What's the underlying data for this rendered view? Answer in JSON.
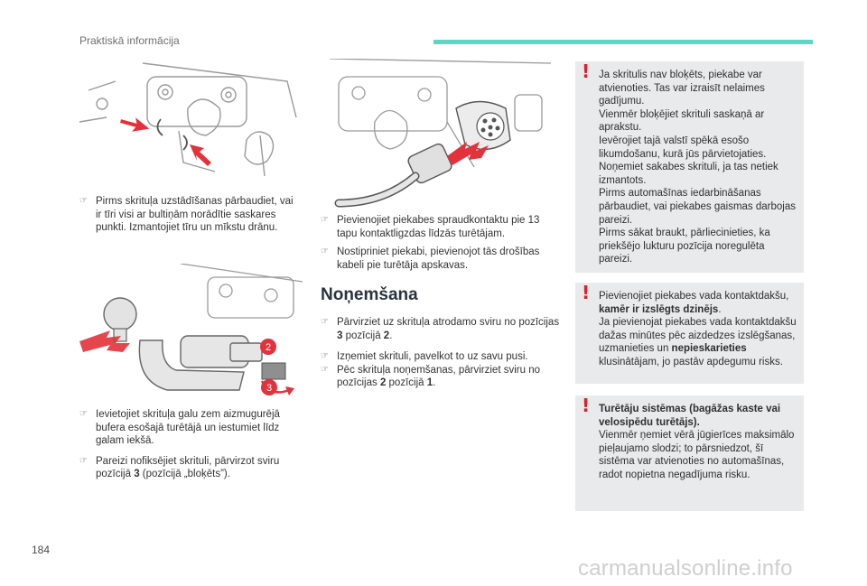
{
  "header": {
    "section_title": "Praktiskā informācija",
    "accent_color": "#5fd6c4"
  },
  "footer": {
    "page_number": "184",
    "watermark": "carmanualsonline.info"
  },
  "col1": {
    "step1": "Pirms skrituļa uzstādīšanas pārbaudiet, vai ir tīri visi ar bultiņām norādītie saskares punkti. Izmantojiet tīru un mīkstu drānu.",
    "step2": "Ievietojiet skrituļa galu zem aizmugurējā bufera esošajā turētājā un iestumiet līdz galam iekšā.",
    "step3_pre": "Pareizi nofiksējiet skrituli, pārvirzot sviru pozīcijā ",
    "step3_num": "3",
    "step3_post": " (pozīcijā „bloķēts”).",
    "callout2": "2",
    "callout3": "3"
  },
  "col2": {
    "step1": "Pievienojiet piekabes spraudkontaktu pie 13 tapu kontaktligzdas līdzās turētājam.",
    "step2": "Nostipriniet piekabi, pievienojot tās drošības kabeli pie turētāja apskavas.",
    "heading": "Noņemšana",
    "rem1_pre": "Pārvirziet uz skrituļa atrodamo sviru no pozīcijas ",
    "rem1_a": "3",
    "rem1_mid": " pozīcijā ",
    "rem1_b": "2",
    "rem1_post": ".",
    "rem2": "Izņemiet skrituli, pavelkot to uz savu pusi.",
    "rem3_pre": "Pēc skrituļa noņemšanas, pārvirziet sviru no pozīcijas ",
    "rem3_a": "2",
    "rem3_mid": " pozīcijā ",
    "rem3_b": "1",
    "rem3_post": "."
  },
  "warnings": {
    "w1": "Ja skritulis nav bloķēts, piekabe var atvienoties. Tas var izraisīt nelaimes gadījumu.\nVienmēr bloķējiet skrituli saskaņā ar aprakstu.\nIevērojiet tajā valstī spēkā esošo likumdošanu, kurā jūs pārvietojaties.\nNoņemiet sakabes skrituli, ja tas netiek izmantots.\nPirms automašīnas iedarbināšanas pārbaudiet, vai piekabes gaismas darbojas pareizi.\nPirms sākat braukt, pārliecinieties, ka priekšējo lukturu pozīcija noregulēta pareizi.",
    "w2_pre": "Pievienojiet piekabes vada kontaktdakšu, ",
    "w2_bold1": "kamēr ir izslēgts dzinējs",
    "w2_mid": ".\nJa pievienojat piekabes vada kontaktdakšu dažas minūtes pēc aizdedzes izslēgšanas, uzmanieties un ",
    "w2_bold2": "nepieskarieties",
    "w2_post": " klusinātājam, jo pastāv apdegumu risks.",
    "w3_bold": "Turētāju sistēmas (bagāžas kaste vai velosipēdu turētājs).",
    "w3_rest": "\nVienmēr ņemiet vērā jūgierīces maksimālo pieļaujamo slodzi; to pārsniedzot, šī sistēma var atvienoties no automašīnas, radot nopietna negadījuma risku."
  },
  "icons": {
    "bullet": "pointing-hand-icon",
    "warning": "exclamation-icon"
  },
  "colors": {
    "warning_bg": "#e9eaec",
    "warning_mark": "#d8232a",
    "arrow_red": "#e2323b"
  }
}
